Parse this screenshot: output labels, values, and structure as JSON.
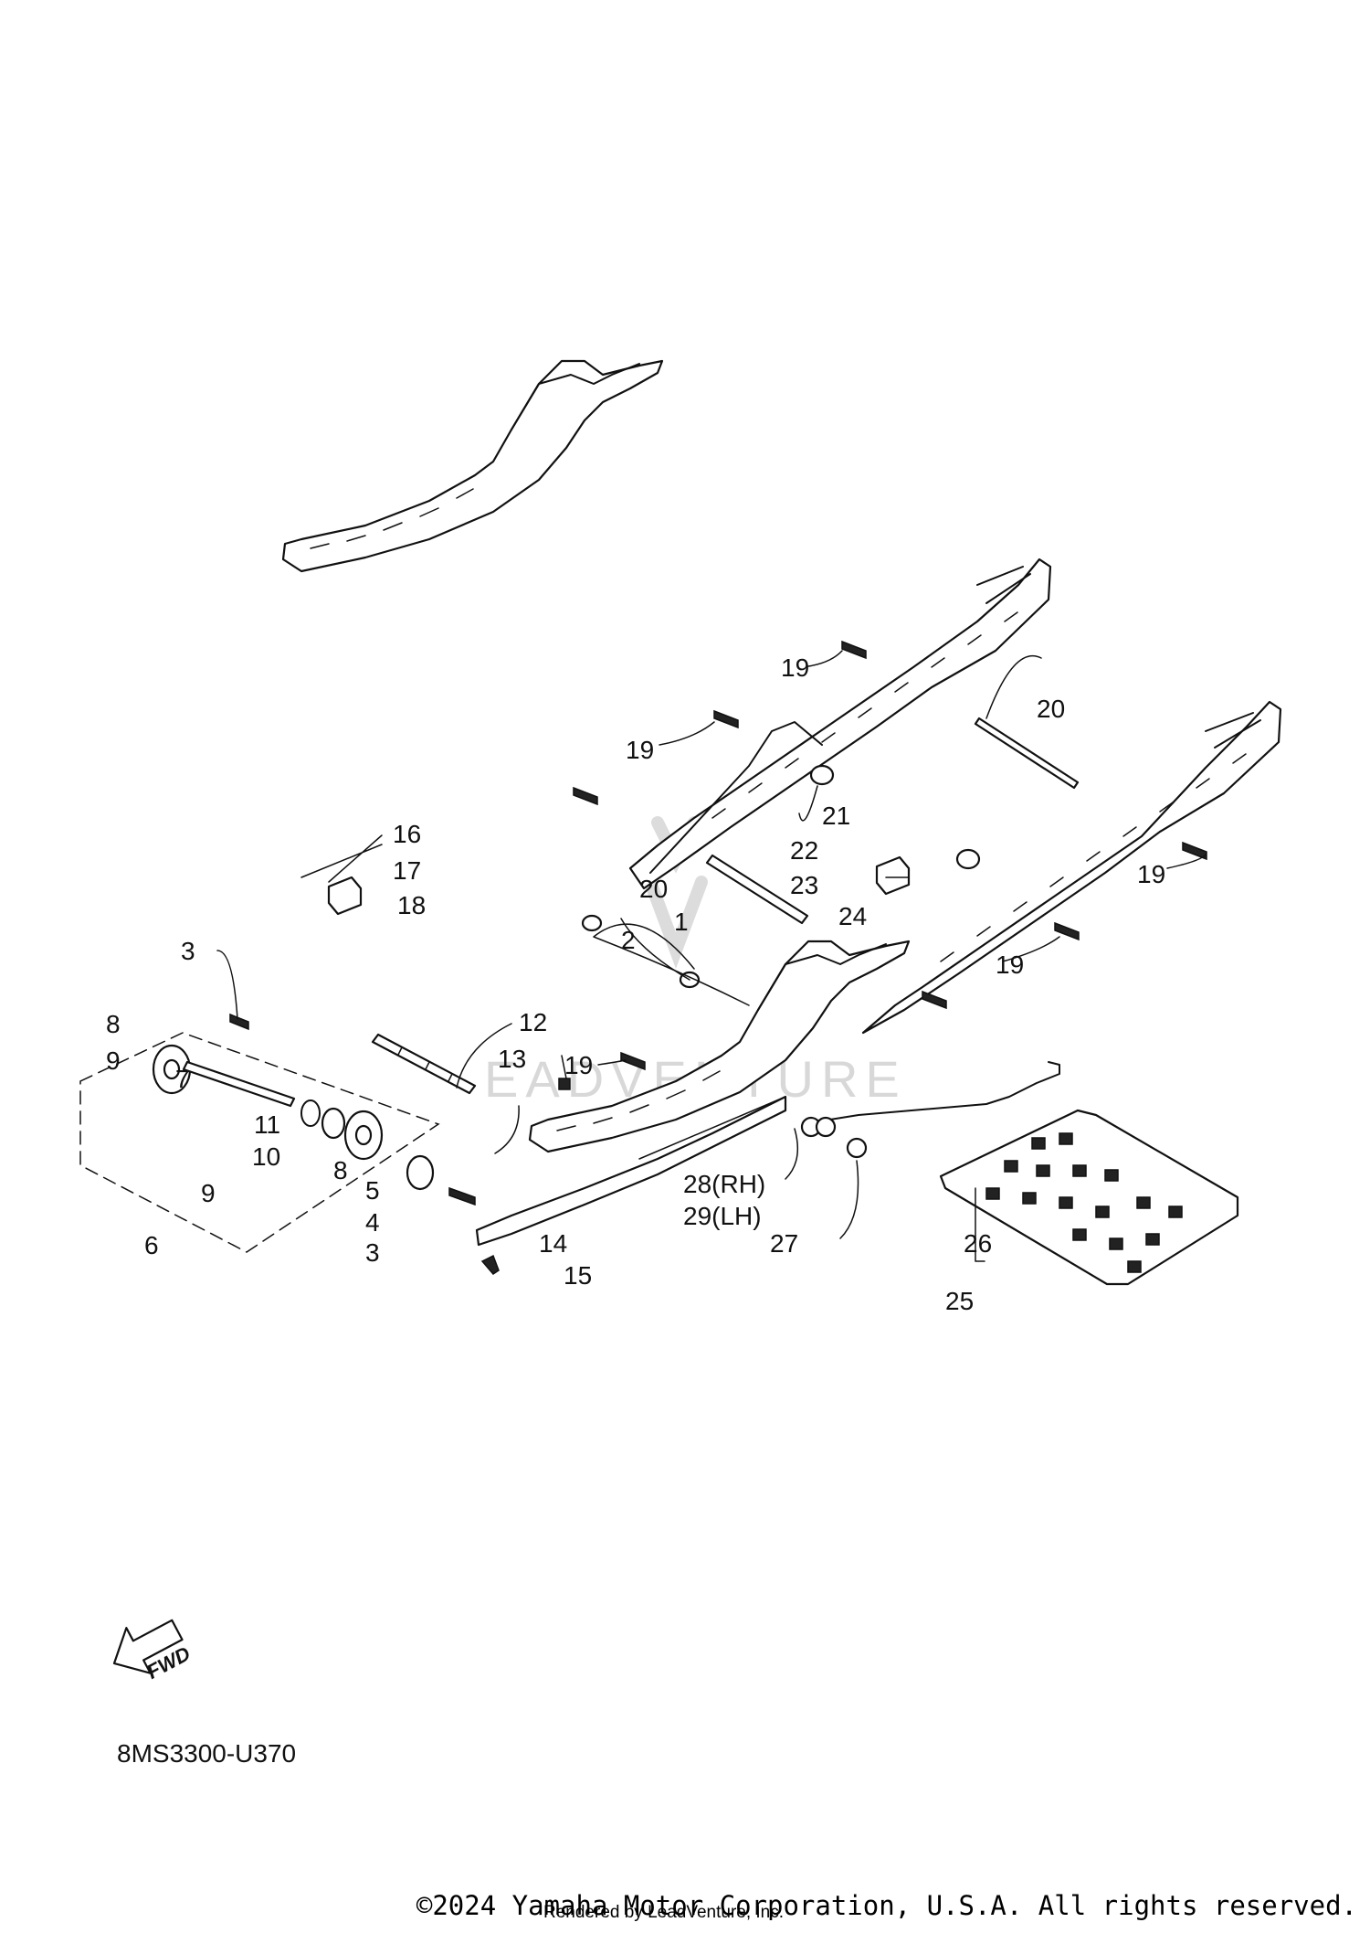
{
  "diagram_code": "8MS3300-U370",
  "fwd_label": "FWD",
  "watermark": "EADVENTURE",
  "copyright": "©2024 Yamaha Motor Corporation, U.S.A. All rights reserved.",
  "rendered_by": "Rendered by LeadVenture, Inc.",
  "callouts": {
    "c1": "1",
    "c2": "2",
    "c3a": "3",
    "c3b": "3",
    "c4": "4",
    "c5": "5",
    "c6": "6",
    "c7": "7",
    "c8a": "8",
    "c8b": "8",
    "c9a": "9",
    "c9b": "9",
    "c10": "10",
    "c11": "11",
    "c12": "12",
    "c13": "13",
    "c14": "14",
    "c15": "15",
    "c16": "16",
    "c17": "17",
    "c18": "18",
    "c19a": "19",
    "c19b": "19",
    "c19c": "19",
    "c19d": "19",
    "c19e": "19",
    "c20a": "20",
    "c20b": "20",
    "c21": "21",
    "c22": "22",
    "c23": "23",
    "c24": "24",
    "c25": "25",
    "c26": "26",
    "c27": "27",
    "c28": "28(RH)",
    "c29": "29(LH)"
  }
}
